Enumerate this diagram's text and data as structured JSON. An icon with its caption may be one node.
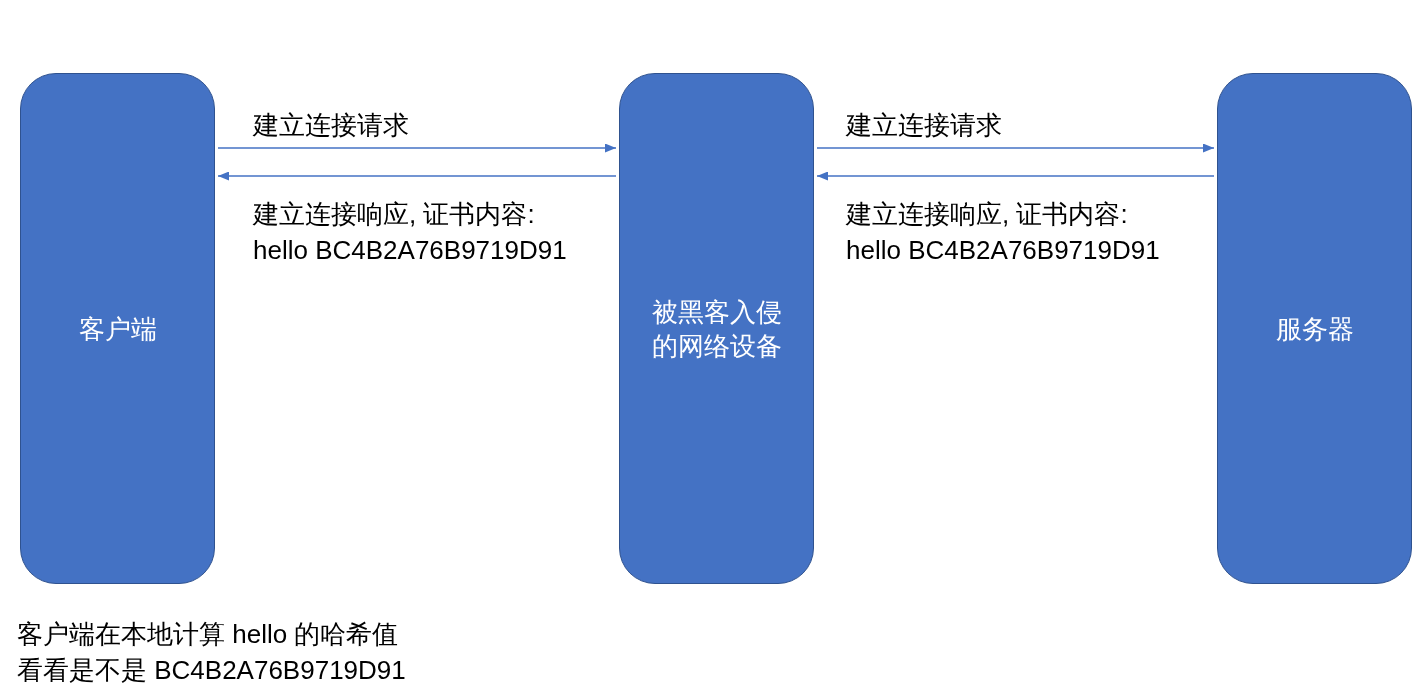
{
  "diagram": {
    "nodes": [
      {
        "text": [
          "客户端"
        ]
      },
      {
        "text": [
          "被黑客入侵的网络设备"
        ]
      },
      {
        "text": [
          "服务器"
        ]
      }
    ],
    "edges": [
      {
        "from": 0,
        "to": 1,
        "arrow": "to",
        "label": "建立连接请求"
      },
      {
        "from": 1,
        "to": 0,
        "arrow": "to",
        "label": "建立连接响应, 证书内容: hello BC4B2A76B9719D91"
      },
      {
        "from": 1,
        "to": 2,
        "arrow": "to",
        "label": "建立连接请求"
      },
      {
        "from": 2,
        "to": 1,
        "arrow": "to",
        "label": "建立连接响应, 证书内容: hello BC4B2A76B9719D91"
      }
    ],
    "labels": [
      "客户端在本地计算 hello 的哈希值看看是不是 BC4B2A76B9719D91"
    ]
  }
}
